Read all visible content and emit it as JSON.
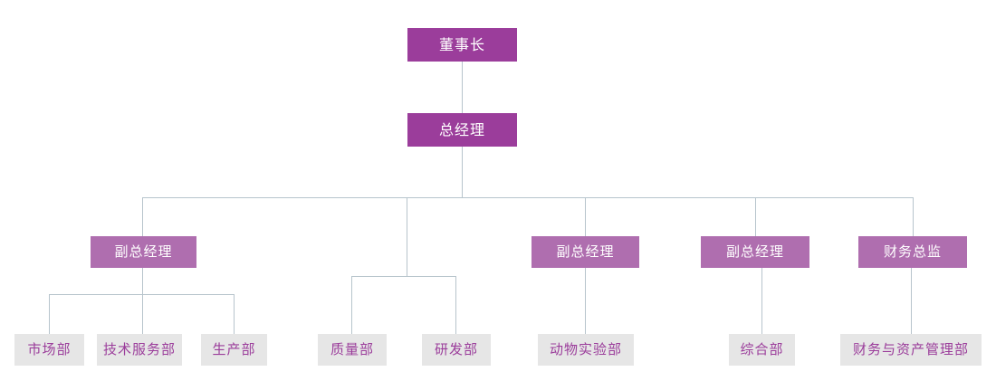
{
  "chart": {
    "type": "org-chart",
    "title": "",
    "orientation": "top-down",
    "colors": {
      "level1_box": "#9B3D9B",
      "level2_box": "#9B3D9B",
      "level3_box": "#AF6EAF",
      "level4_box": "#E6E6E6",
      "level1_text": "#FFFFFF",
      "level2_text": "#FFFFFF",
      "level3_text": "#FFFFFF",
      "level4_text": "#9B3D9B",
      "connector": "#B7C4CC",
      "background": "#FFFFFF"
    },
    "levels": [
      {
        "level": 1,
        "nodes": [
          {
            "id": "chairman",
            "label": "董事长"
          }
        ]
      },
      {
        "level": 2,
        "nodes": [
          {
            "id": "general-manager",
            "label": "总经理"
          }
        ]
      },
      {
        "level": 3,
        "nodes": [
          {
            "id": "deputy-gm-1",
            "label": "副总经理"
          },
          {
            "id": "deputy-gm-2",
            "label": "副总经理"
          },
          {
            "id": "deputy-gm-3",
            "label": "副总经理"
          },
          {
            "id": "finance-director",
            "label": "财务总监"
          }
        ]
      },
      {
        "level": 4,
        "nodes": [
          {
            "id": "marketing-dept",
            "label": "市场部"
          },
          {
            "id": "technical-service-dept",
            "label": "技术服务部"
          },
          {
            "id": "production-dept",
            "label": "生产部"
          },
          {
            "id": "quality-dept",
            "label": "质量部"
          },
          {
            "id": "rd-dept",
            "label": "研发部"
          },
          {
            "id": "animal-lab-dept",
            "label": "动物实验部"
          },
          {
            "id": "general-affairs-dept",
            "label": "综合部"
          },
          {
            "id": "finance-asset-dept",
            "label": "财务与资产管理部"
          }
        ]
      }
    ],
    "nodes": {
      "chairman": {
        "label": "董事长"
      },
      "general_manager": {
        "label": "总经理"
      },
      "deputy_gm_1": {
        "label": "副总经理"
      },
      "deputy_gm_2": {
        "label": "副总经理"
      },
      "deputy_gm_3": {
        "label": "副总经理"
      },
      "finance_director": {
        "label": "财务总监"
      },
      "marketing": {
        "label": "市场部"
      },
      "technical_service": {
        "label": "技术服务部"
      },
      "production": {
        "label": "生产部"
      },
      "quality": {
        "label": "质量部"
      },
      "rd": {
        "label": "研发部"
      },
      "animal_lab": {
        "label": "动物实验部"
      },
      "general_affairs": {
        "label": "综合部"
      },
      "finance_asset": {
        "label": "财务与资产管理部"
      }
    }
  }
}
